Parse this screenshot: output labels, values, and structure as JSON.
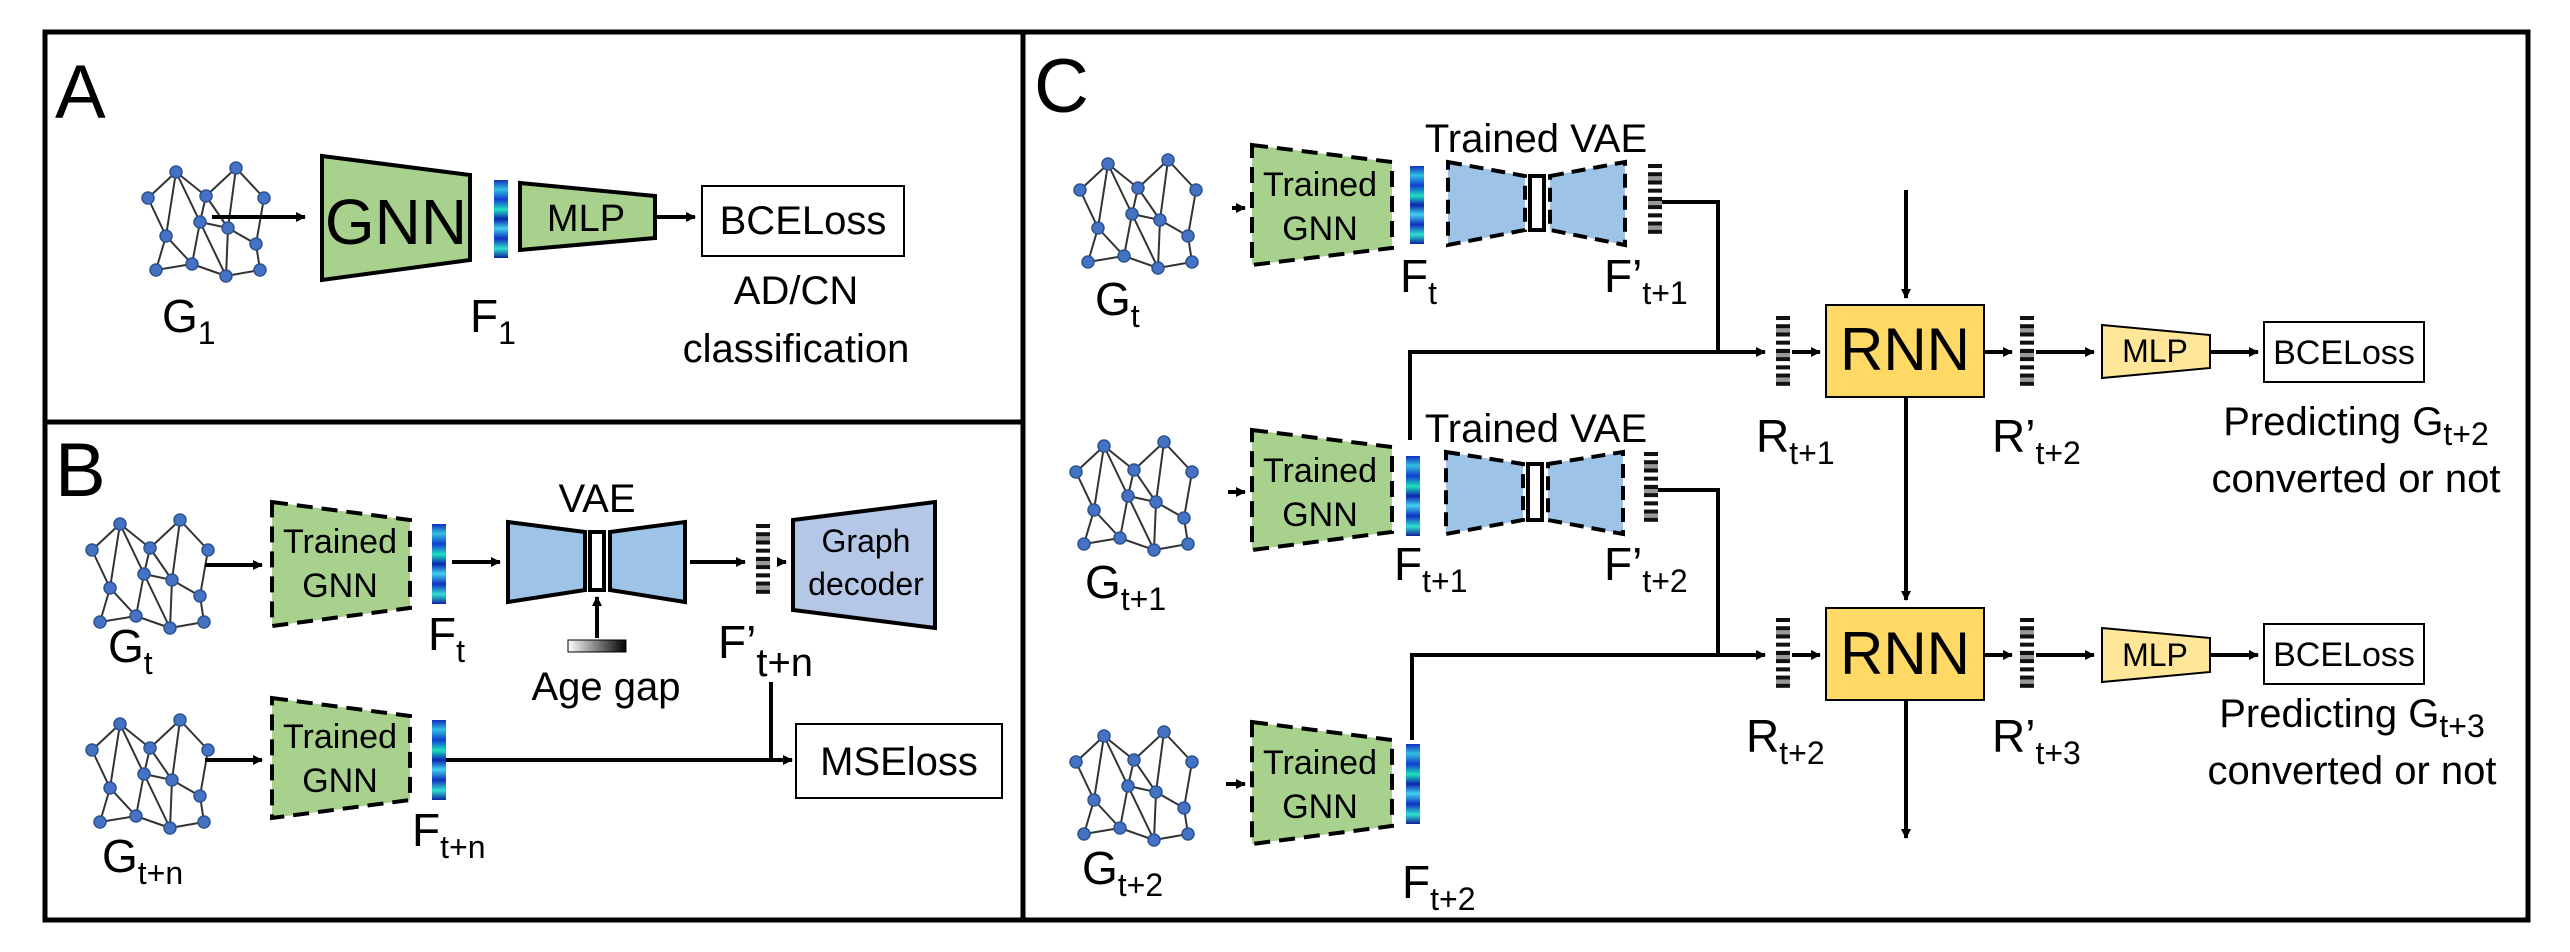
{
  "panels": {
    "a": "A",
    "b": "B",
    "c": "C"
  },
  "colors": {
    "gnn_green": "#a9d18e",
    "vae_blue": "#9dc3e6",
    "decoder_blue": "#b4c7e7",
    "rnn_yellow": "#ffd966",
    "mlp_yellow": "#ffe699",
    "graph_node": "#4472c4"
  },
  "panel_a": {
    "graph_label": "G",
    "graph_sub": "1",
    "gnn_label": "GNN",
    "mlp_label": "MLP",
    "feature_label": "F",
    "feature_sub": "1",
    "loss_label": "BCELoss",
    "task_line1": "AD/CN",
    "task_line2": "classification"
  },
  "panel_b": {
    "graph1_label": "G",
    "graph1_sub": "t",
    "graph2_label": "G",
    "graph2_sub": "t+n",
    "gnn1_line1": "Trained",
    "gnn1_line2": "GNN",
    "gnn2_line1": "Trained",
    "gnn2_line2": "GNN",
    "feat1_label": "F",
    "feat1_sub": "t",
    "feat2_label": "F",
    "feat2_sub": "t+n",
    "vae_label": "VAE",
    "age_gap_label": "Age gap",
    "pred_label": "F’",
    "pred_sub": "t+n",
    "decoder_line1": "Graph",
    "decoder_line2": "decoder",
    "loss_label": "MSEloss"
  },
  "panel_c": {
    "graph_t": {
      "label": "G",
      "sub": "t"
    },
    "graph_t1": {
      "label": "G",
      "sub": "t+1"
    },
    "graph_t2": {
      "label": "G",
      "sub": "t+2"
    },
    "gnn_line1": "Trained",
    "gnn_line2": "GNN",
    "feat_t": {
      "label": "F",
      "sub": "t"
    },
    "feat_t1": {
      "label": "F",
      "sub": "t+1"
    },
    "feat_t2": {
      "label": "F",
      "sub": "t+2"
    },
    "vae_title": "Trained VAE",
    "pred_t1": {
      "label": "F’",
      "sub": "t+1"
    },
    "pred_t2": {
      "label": "F’",
      "sub": "t+2"
    },
    "rnn_label": "RNN",
    "r_t1": {
      "label": "R",
      "sub": "t+1"
    },
    "r_t2": {
      "label": "R",
      "sub": "t+2"
    },
    "rp_t2": {
      "label": "R’",
      "sub": "t+2"
    },
    "rp_t3": {
      "label": "R’",
      "sub": "t+3"
    },
    "mlp_label": "MLP",
    "loss_label": "BCELoss",
    "predict_word": "Predicting",
    "predict_g": "G",
    "predict_sub_1": "t+2",
    "predict_sub_2": "t+3",
    "converted_text": "converted or not"
  }
}
